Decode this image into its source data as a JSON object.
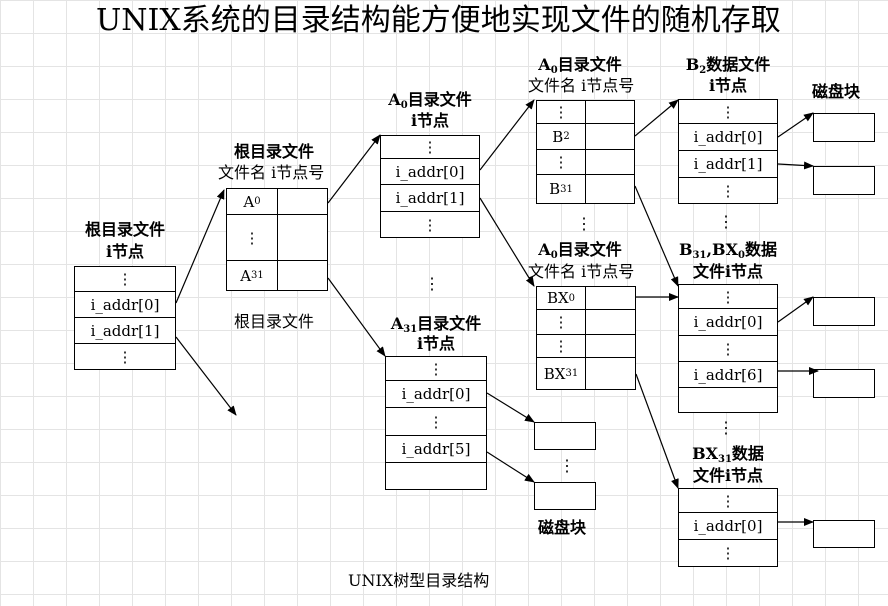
{
  "title": "UNIX系统的目录结构能方便地实现文件的随机存取",
  "caption": "UNIX树型目录结构",
  "dots": "⋮",
  "root_inode": {
    "header": [
      "根目录文件",
      "i节点"
    ],
    "rows": [
      "⋮",
      "i_addr[0]",
      "i_addr[1]",
      "⋮"
    ]
  },
  "root_dir": {
    "header": "根目录文件",
    "subheader": "文件名  i节点号",
    "rows": [
      [
        "A0",
        ""
      ],
      [
        "⋮",
        ""
      ],
      [
        "A31",
        ""
      ]
    ],
    "label_below": "根目录文件"
  },
  "a0_inode": {
    "header": [
      "A0目录文件",
      "i节点"
    ],
    "rows": [
      "⋮",
      "i_addr[0]",
      "i_addr[1]",
      "⋮"
    ]
  },
  "a31_inode": {
    "header": [
      "A31目录文件",
      "i节点"
    ],
    "rows": [
      "⋮",
      "i_addr[0]",
      "⋮",
      "i_addr[5]",
      ""
    ]
  },
  "a0_dir_top": {
    "header": "A0目录文件",
    "subheader": "文件名  i节点号",
    "rows": [
      [
        "⋮",
        ""
      ],
      [
        "B2",
        ""
      ],
      [
        "⋮",
        ""
      ],
      [
        "B31",
        ""
      ]
    ]
  },
  "a0_dir_bottom": {
    "header": "A0目录文件",
    "subheader": "文件名  i节点号",
    "rows": [
      [
        "BX0",
        ""
      ],
      [
        "⋮",
        ""
      ],
      [
        "⋮",
        ""
      ],
      [
        "BX31",
        ""
      ]
    ]
  },
  "b2_inode": {
    "header": [
      "B2数据文件",
      "i节点"
    ],
    "rows": [
      "⋮",
      "i_addr[0]",
      "i_addr[1]",
      "⋮"
    ]
  },
  "b31bx0_inode": {
    "header": [
      "B31,BX0数据",
      "文件i节点"
    ],
    "rows": [
      "⋮",
      "i_addr[0]",
      "⋮",
      "i_addr[6]",
      ""
    ]
  },
  "bx31_inode": {
    "header": [
      "BX31数据",
      "文件i节点"
    ],
    "rows": [
      "⋮",
      "i_addr[0]",
      "⋮"
    ]
  },
  "disk_label": "磁盘块"
}
